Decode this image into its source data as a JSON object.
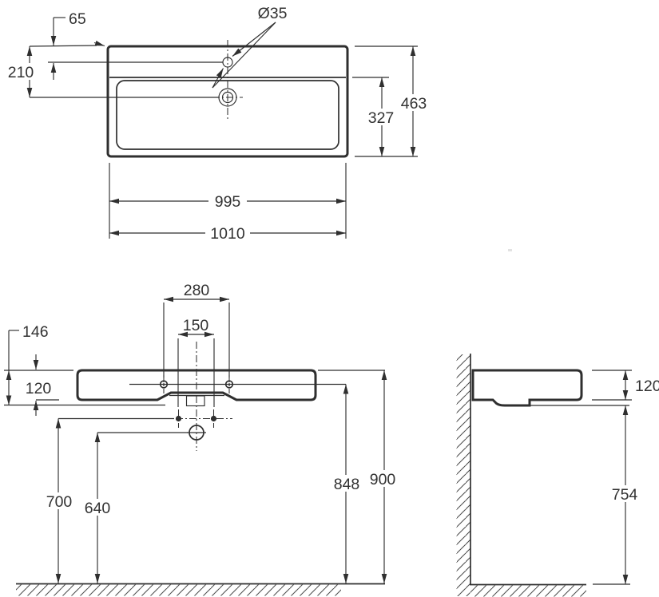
{
  "drawing": {
    "kind": "washbasin technical dimension drawing",
    "units": "mm",
    "line_color": "#2f2f2f",
    "background": "#ffffff",
    "views": {
      "top_view": "plan view of basin with tap hole and waste",
      "front_view": "front elevation with wall fixing holes and waste heights",
      "side_view": "side profile against hatched wall"
    },
    "dims": {
      "top": {
        "faucet_hole_dia": "Ø35",
        "faucet_offset": "65",
        "drain_offset": "210",
        "basin_depth": "327",
        "overall_depth": "463",
        "basin_width": "995",
        "overall_width": "1010"
      },
      "front": {
        "hole_spacing": "280",
        "bracket_spacing": "150",
        "depth_with_trap": "146",
        "rim_thickness": "120",
        "bracket_height": "700",
        "drain_height": "640",
        "fixing_hole_height": "848",
        "rim_height": "900"
      },
      "side": {
        "rim_thickness": "120",
        "underside_height": "754"
      }
    }
  }
}
